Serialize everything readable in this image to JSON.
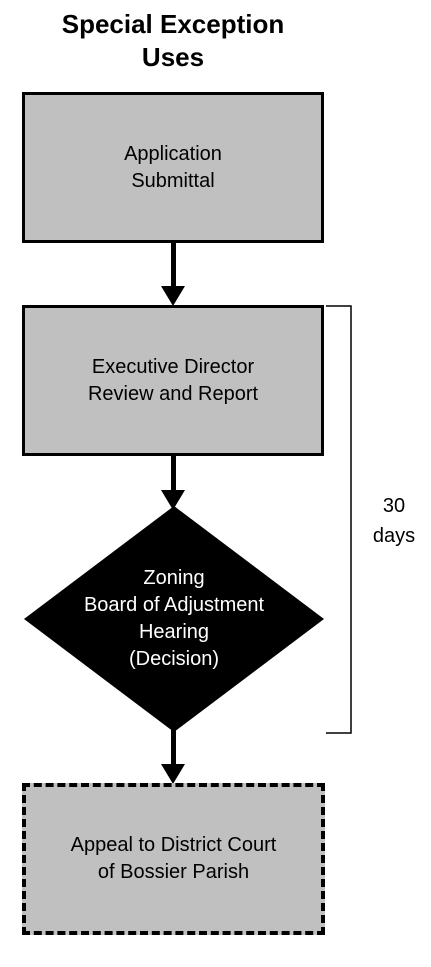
{
  "title": {
    "line1": "Special Exception",
    "line2": "Uses"
  },
  "steps": [
    {
      "lines": [
        "Application",
        "Submittal"
      ]
    },
    {
      "lines": [
        "Executive Director",
        "Review and Report"
      ]
    },
    {
      "lines": [
        "Zoning",
        "Board of Adjustment",
        "Hearing",
        "(Decision)"
      ]
    },
    {
      "lines": [
        "Appeal to District Court",
        "of Bossier Parish"
      ]
    }
  ],
  "timeframe": {
    "line1": "30",
    "line2": "days"
  },
  "colors": {
    "box_fill": "#c0c0c0",
    "decision_fill": "#000000",
    "decision_text": "#ffffff",
    "line": "#000000"
  }
}
